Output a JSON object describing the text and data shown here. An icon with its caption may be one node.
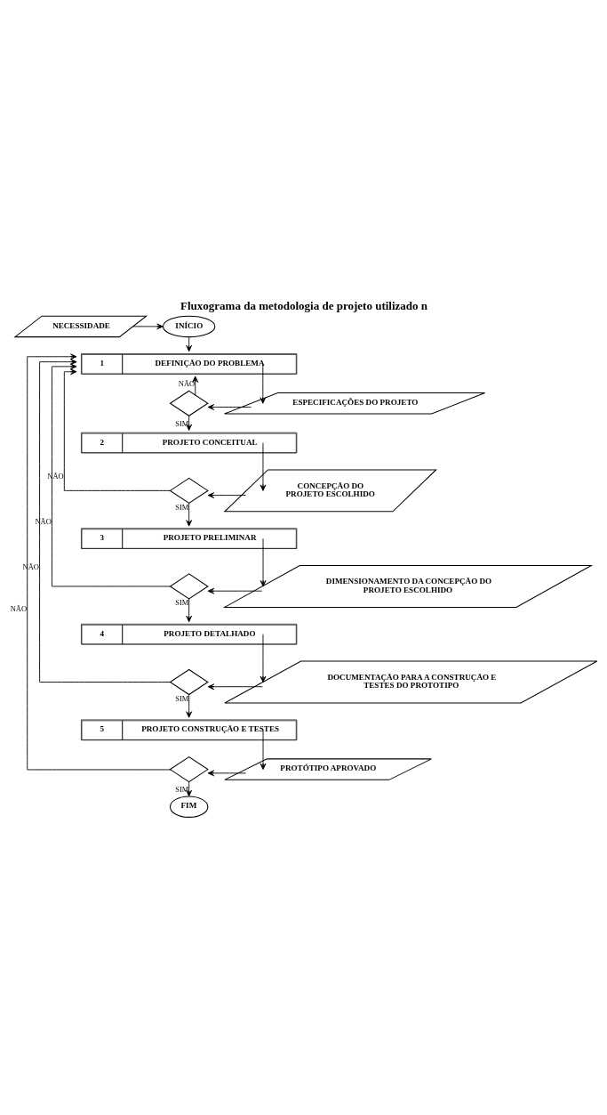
{
  "diagram": {
    "title": "Fluxograma da metodologia de projeto utilizado n",
    "nodes": [
      {
        "text": [
          "INÍCIO"
        ]
      },
      {
        "text": [
          "NECESSIDADE"
        ]
      },
      {
        "text": [
          "1",
          "DEFINIÇÃO DO PROBLEMA"
        ]
      },
      {
        "text": [],
        "shape": "diamond"
      },
      {
        "text": [
          "ESPECIFICAÇÕES DO PROJETO"
        ]
      },
      {
        "text": [
          "2",
          "PROJETO CONCEITUAL"
        ]
      },
      {
        "text": [],
        "shape": "diamond"
      },
      {
        "text": [
          "CONCEPÇÃO DO PROJETO ESCOLHIDO"
        ]
      },
      {
        "text": [
          "3",
          "PROJETO PRELIMINAR"
        ]
      },
      {
        "text": [],
        "shape": "diamond"
      },
      {
        "text": [
          "DIMENSIONAMENTO DA CONCEPÇÃO DO PROJETO ESCOLHIDO"
        ]
      },
      {
        "text": [
          "4",
          "PROJETO DETALHADO"
        ]
      },
      {
        "text": [],
        "shape": "diamond"
      },
      {
        "text": [
          "DOCUMENTAÇÃO PARA A CONSTRUÇÃO E TESTES DO PROTOTIPO"
        ]
      },
      {
        "text": [
          "5",
          "PROJETO CONSTRUÇÃO E TESTES"
        ]
      },
      {
        "text": [],
        "shape": "diamond"
      },
      {
        "text": [
          "PROTÓTIPO APROVADO"
        ]
      },
      {
        "text": [
          "FIM"
        ]
      }
    ],
    "edges": [
      {
        "from": 1,
        "to": 0,
        "arrow": "to"
      },
      {
        "from": 0,
        "to": 2,
        "arrow": "to"
      },
      {
        "from": 2,
        "to": 4,
        "arrow": "to"
      },
      {
        "from": 4,
        "to": 3,
        "arrow": "to"
      },
      {
        "from": 3,
        "to": 2,
        "arrow": "to",
        "label": "NÃO"
      },
      {
        "from": 3,
        "to": 5,
        "arrow": "to",
        "label": "SIM"
      },
      {
        "from": 5,
        "to": 7,
        "arrow": "to"
      },
      {
        "from": 7,
        "to": 6,
        "arrow": "to"
      },
      {
        "from": 6,
        "to": 2,
        "arrow": "to",
        "label": "NÃO"
      },
      {
        "from": 6,
        "to": 8,
        "arrow": "to",
        "label": "SIM"
      },
      {
        "from": 8,
        "to": 10,
        "arrow": "to"
      },
      {
        "from": 10,
        "to": 9,
        "arrow": "to"
      },
      {
        "from": 9,
        "to": 2,
        "arrow": "to",
        "label": "NÃO"
      },
      {
        "from": 9,
        "to": 11,
        "arrow": "to",
        "label": "SIM"
      },
      {
        "from": 11,
        "to": 13,
        "arrow": "to"
      },
      {
        "from": 13,
        "to": 12,
        "arrow": "to"
      },
      {
        "from": 12,
        "to": 2,
        "arrow": "to",
        "label": "NÃO"
      },
      {
        "from": 12,
        "to": 14,
        "arrow": "to",
        "label": "SIM"
      },
      {
        "from": 14,
        "to": 16,
        "arrow": "to"
      },
      {
        "from": 16,
        "to": 15,
        "arrow": "to"
      },
      {
        "from": 15,
        "to": 2,
        "arrow": "to",
        "label": "NÃO"
      },
      {
        "from": 15,
        "to": 17,
        "arrow": "to",
        "label": "SIM"
      }
    ]
  }
}
